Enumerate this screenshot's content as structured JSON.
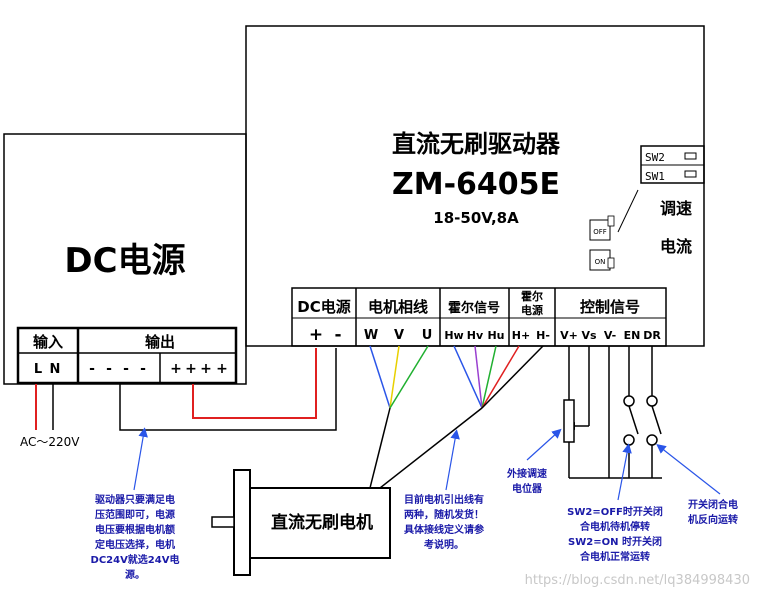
{
  "power_supply": {
    "title": "DC电源",
    "input_label": "输入",
    "output_label": "输出",
    "input_terminals": [
      "L",
      "N"
    ],
    "output_terminals": [
      "-",
      "-",
      "-",
      "-",
      "+",
      "+",
      "+",
      "+"
    ],
    "ac_label": "AC～220V"
  },
  "driver": {
    "title": "直流无刷驱动器",
    "model": "ZM-6405E",
    "spec": "18-50V,8A",
    "switches": [
      "SW2",
      "SW1"
    ],
    "side_labels": [
      "调速",
      "电流"
    ],
    "dip_off_label": "OFF",
    "dip_on_label": "ON",
    "groups": {
      "dc_power": "DC电源",
      "motor_phase": "电机相线",
      "hall_signal": "霍尔信号",
      "hall_power": [
        "霍尔",
        "电源"
      ],
      "control_signal": "控制信号"
    },
    "terminals": {
      "dc_power": [
        "+",
        "-"
      ],
      "motor_phase": [
        "W",
        "V",
        "U"
      ],
      "hall_signal": [
        "Hw",
        "Hv",
        "Hu"
      ],
      "hall_power": [
        "H+",
        "H-"
      ],
      "control_signal": [
        "V+",
        "Vs",
        "V-",
        "EN",
        "DR"
      ]
    }
  },
  "motor": {
    "label": "直流无刷电机"
  },
  "notes": {
    "supply_note": [
      "驱动器只要满足电",
      "压范围即可，电源",
      "电压要根据电机额",
      "定电压选择，电机",
      "DC24V就选24V电",
      "源。"
    ],
    "wiring_note": [
      "目前电机引出线有",
      "两种，随机发货！",
      "具体接线定义请参",
      "考说明。"
    ],
    "pot_note": [
      "外接调速",
      "电位器"
    ],
    "sw_note": [
      "SW2=OFF时开关闭",
      "合电机待机停转",
      "SW2=ON 时开关闭",
      "合电机正常运转"
    ],
    "dir_note": [
      "开关闭合电",
      "机反向运转"
    ]
  },
  "watermark": "https://blog.csdn.net/lq384998430",
  "colors": {
    "wire_red": "#e02020",
    "wire_blue": "#2a55e8",
    "wire_yellow": "#e8d000",
    "wire_green": "#20b030",
    "wire_purple": "#9a40d0",
    "annotation_blue": "#1a1aa8",
    "arrow_blue": "#2a55e8"
  }
}
